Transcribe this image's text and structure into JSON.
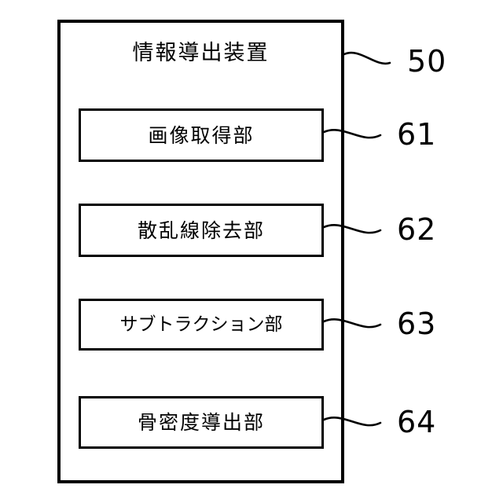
{
  "figure": {
    "type": "patent-block-diagram",
    "language": "ja",
    "background_color": "#ffffff",
    "line_color": "#000000"
  },
  "device": {
    "title": "情報導出装置",
    "reference_numeral": "50"
  },
  "units": [
    {
      "label": "画像取得部",
      "reference_numeral": "61",
      "name": "image-acquisition-unit"
    },
    {
      "label": "散乱線除去部",
      "reference_numeral": "62",
      "name": "scattered-radiation-removal-unit"
    },
    {
      "label": "サブトラクション部",
      "reference_numeral": "63",
      "name": "subtraction-unit"
    },
    {
      "label": "骨密度導出部",
      "reference_numeral": "64",
      "name": "bone-density-derivation-unit"
    }
  ]
}
